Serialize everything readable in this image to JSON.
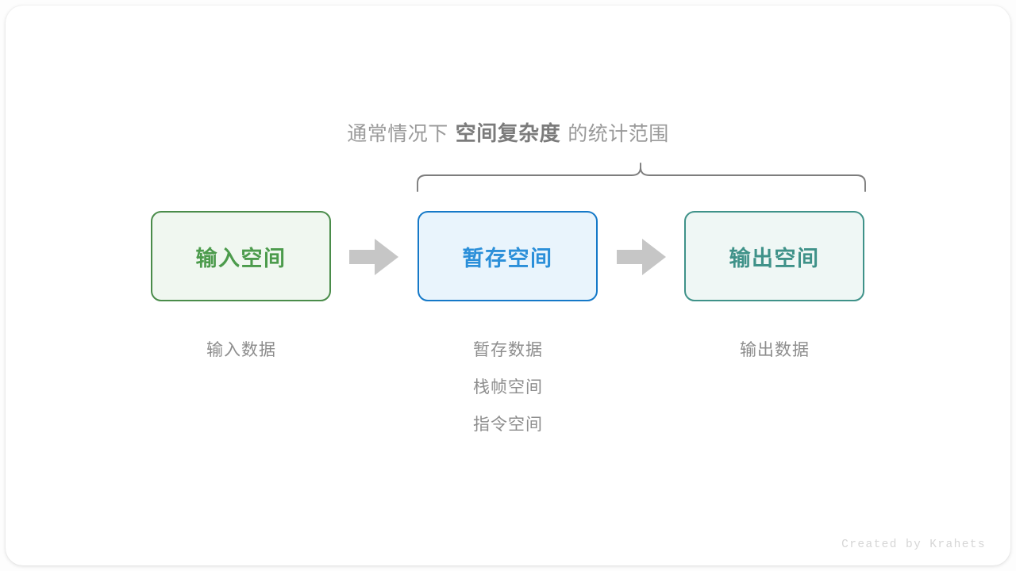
{
  "diagram": {
    "heading": {
      "prefix": "通常情况下",
      "emphasis": "空间复杂度",
      "suffix": "的统计范围"
    },
    "brace": {
      "name": "scope-brace",
      "color": "#7d7d7d"
    },
    "arrows": [
      {
        "name": "arrow-input-to-temp",
        "color": "#c6c6c6",
        "glyph": "right-arrow"
      },
      {
        "name": "arrow-temp-to-output",
        "color": "#c6c6c6",
        "glyph": "right-arrow"
      }
    ],
    "stages": [
      {
        "key": "input",
        "box_label": "输入空间",
        "border_color": "#4a8c4a",
        "fill_color": "#f0f7f0",
        "text_color": "#4c9b4c",
        "captions": [
          "输入数据"
        ]
      },
      {
        "key": "temp",
        "box_label": "暂存空间",
        "border_color": "#1579c8",
        "fill_color": "#e9f4fc",
        "text_color": "#2b8fd9",
        "captions": [
          "暂存数据",
          "栈帧空间",
          "指令空间"
        ]
      },
      {
        "key": "output",
        "box_label": "输出空间",
        "border_color": "#3f9289",
        "fill_color": "#eff7f5",
        "text_color": "#3f9289",
        "captions": [
          "输出数据"
        ]
      }
    ],
    "credit": "Created by Krahets"
  }
}
